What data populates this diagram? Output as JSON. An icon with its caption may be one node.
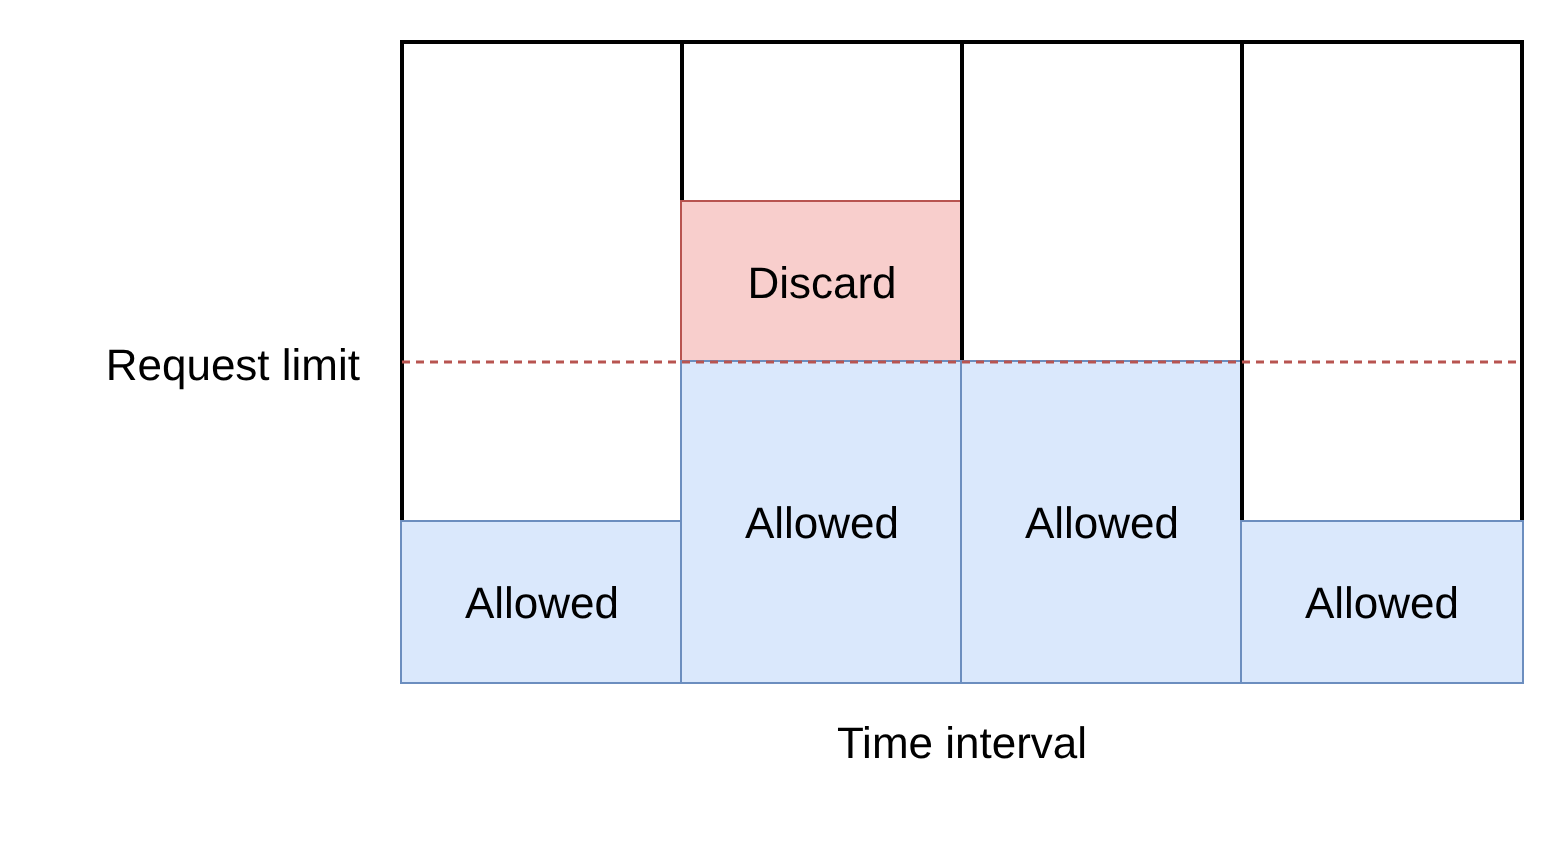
{
  "diagram": {
    "nodes": [
      {
        "text": [],
        "shape": "box"
      },
      {
        "text": [],
        "shape": "box"
      },
      {
        "text": [],
        "shape": "box"
      },
      {
        "text": [],
        "shape": "box"
      },
      {
        "text": [
          "Allowed"
        ],
        "in": 0
      },
      {
        "text": [
          "Discard"
        ],
        "in": 1
      },
      {
        "text": [
          "Allowed"
        ],
        "in": 1
      },
      {
        "text": [
          "Allowed"
        ],
        "in": 2
      },
      {
        "text": [
          "Allowed"
        ],
        "in": 3
      }
    ],
    "edges": [],
    "labels": [
      "Request limit",
      "Time interval"
    ]
  }
}
